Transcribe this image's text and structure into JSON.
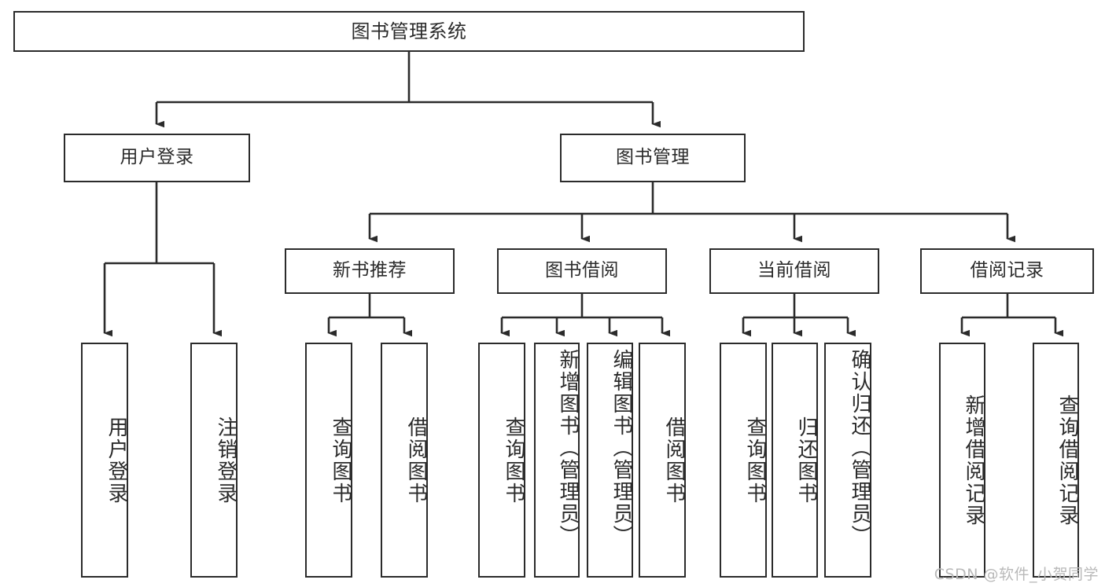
{
  "diagram": {
    "title": "图书管理系统",
    "root": {
      "label": "图书管理系统"
    },
    "level1": [
      {
        "label": "用户登录"
      },
      {
        "label": "图书管理"
      }
    ],
    "level2": [
      {
        "label": "新书推荐"
      },
      {
        "label": "图书借阅"
      },
      {
        "label": "当前借阅"
      },
      {
        "label": "借阅记录"
      }
    ],
    "leaves": {
      "user_login": [
        {
          "label": "用户登录"
        },
        {
          "label": "注销登录"
        }
      ],
      "new_book_recommend": [
        {
          "label": "查询图书"
        },
        {
          "label": "借阅图书"
        }
      ],
      "book_borrow": [
        {
          "label": "查询图书"
        },
        {
          "label": "新增图书（管理员）"
        },
        {
          "label": "编辑图书（管理员）"
        },
        {
          "label": "借阅图书"
        }
      ],
      "current_borrow": [
        {
          "label": "查询图书"
        },
        {
          "label": "归还图书"
        },
        {
          "label": "确认归还（管理员）"
        }
      ],
      "borrow_records": [
        {
          "label": "新增借阅记录"
        },
        {
          "label": "查询借阅记录"
        }
      ]
    }
  },
  "watermark": {
    "text": "CSDN @软件_小贺同学"
  },
  "colors": {
    "stroke": "#2b2b2b",
    "fill": "#ffffff",
    "text": "#2b2b2b",
    "watermark": "#b9b9b9"
  }
}
